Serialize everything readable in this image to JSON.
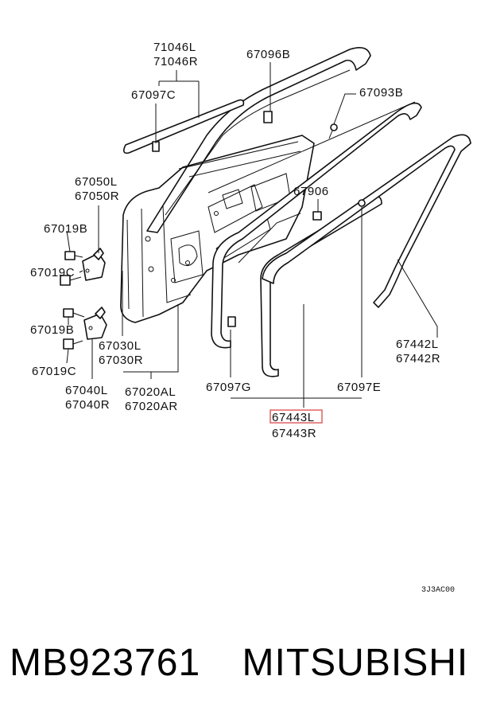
{
  "labels": {
    "l_71046": [
      "71046L",
      "71046R"
    ],
    "l_67096b": "67096B",
    "l_67097c": "67097C",
    "l_67093b": "67093B",
    "l_67050": [
      "67050L",
      "67050R"
    ],
    "l_67906": "67906",
    "l_67019b_1": "67019B",
    "l_67019c_1": "67019C",
    "l_67019b_2": "67019B",
    "l_67019c_2": "67019C",
    "l_67030": [
      "67030L",
      "67030R"
    ],
    "l_67040": [
      "67040L",
      "67040R"
    ],
    "l_67020": [
      "67020AL",
      "67020AR"
    ],
    "l_67097g": "67097G",
    "l_67097e": "67097E",
    "l_67442": [
      "67442L",
      "67442R"
    ],
    "l_67443": [
      "67443L",
      "67443R"
    ]
  },
  "highlighted_part": "67443L",
  "highlight_color": "#e06060",
  "diagram_code": "3J3AC00",
  "footer": {
    "part_number": "MB923761",
    "manufacturer": "MITSUBISHI"
  }
}
